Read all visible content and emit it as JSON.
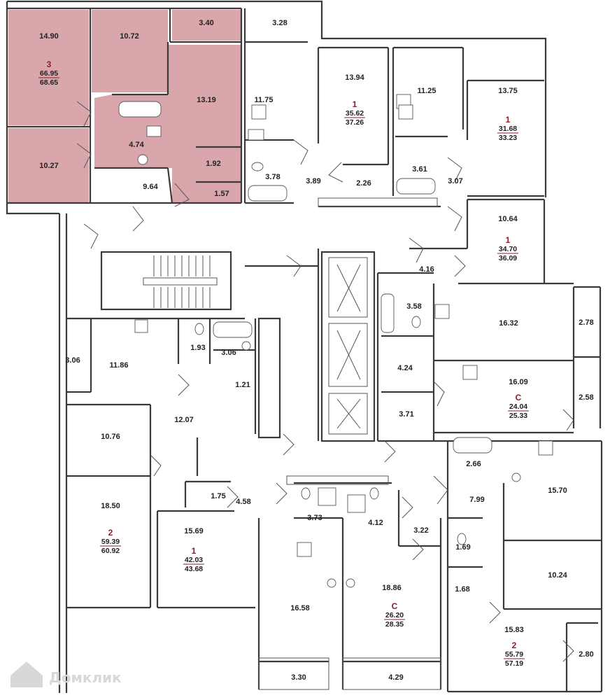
{
  "watermark": "Домклик",
  "rooms": {
    "r1490": "14.90",
    "r1072": "10.72",
    "r340": "3.40",
    "r328": "3.28",
    "r1319": "13.19",
    "r474": "4.74",
    "r1027": "10.27",
    "r964": "9.64",
    "r192": "1.92",
    "r157": "1.57",
    "r1175": "11.75",
    "r378": "3.78",
    "r389": "3.89",
    "r1394": "13.94",
    "r226": "2.26",
    "r1125": "11.25",
    "r361": "3.61",
    "r307": "3.07",
    "r1375": "13.75",
    "r1064": "10.64",
    "r416": "4.16",
    "r358": "3.58",
    "r1632": "16.32",
    "r278": "2.78",
    "r424": "4.24",
    "r1609": "16.09",
    "r371": "3.71",
    "r258": "2.58",
    "r306a": "3.06",
    "r1186": "11.86",
    "r193": "1.93",
    "r306b": "3.06",
    "r121": "1.21",
    "r1207": "12.07",
    "r1076": "10.76",
    "r266": "2.66",
    "r1570": "15.70",
    "r175": "1.75",
    "r458": "4.58",
    "r373": "3.73",
    "r412": "4.12",
    "r322": "3.22",
    "r799": "7.99",
    "r1850": "18.50",
    "r1569": "15.69",
    "r1886": "18.86",
    "r169": "1.69",
    "r168": "1.68",
    "r1024": "10.24",
    "r1658": "16.58",
    "r1583": "15.83",
    "r280": "2.80",
    "r330": "3.30",
    "r429": "4.29"
  },
  "apartments": [
    {
      "rooms": "3",
      "total": "66.95",
      "full": "68.65"
    },
    {
      "rooms": "1",
      "total": "35.62",
      "full": "37.26"
    },
    {
      "rooms": "1",
      "total": "31.68",
      "full": "33.23"
    },
    {
      "rooms": "1",
      "total": "34.70",
      "full": "36.09"
    },
    {
      "rooms": "С",
      "total": "24.04",
      "full": "25.33"
    },
    {
      "rooms": "2",
      "total": "59.39",
      "full": "60.92"
    },
    {
      "rooms": "1",
      "total": "42.03",
      "full": "43.68"
    },
    {
      "rooms": "С",
      "total": "26.20",
      "full": "28.35"
    },
    {
      "rooms": "2",
      "total": "55.79",
      "full": "57.19"
    }
  ],
  "colors": {
    "highlight": "#d9a6ab",
    "accent": "#8a1e2a",
    "wall": "#3a3a3a"
  }
}
